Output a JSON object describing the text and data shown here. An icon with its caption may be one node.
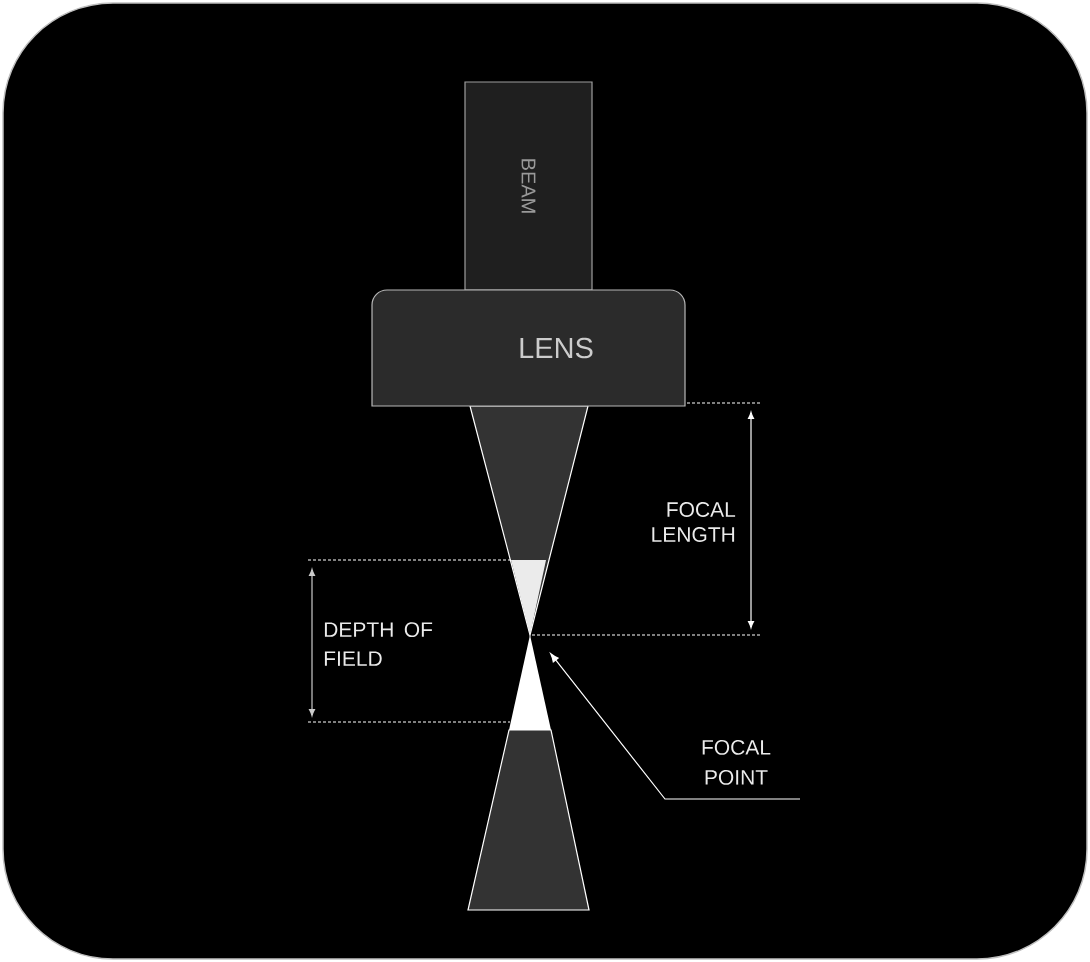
{
  "diagram": {
    "nodes": [
      {
        "text": [
          "BEAM"
        ]
      },
      {
        "text": [
          "LENS"
        ]
      },
      {
        "text": [
          "FOCAL POINT"
        ]
      },
      {
        "text": [],
        "shape": "triangle"
      }
    ],
    "edges": [
      {
        "from": 2,
        "to": 3,
        "arrow": "to"
      }
    ],
    "labels": [
      "FOCAL LENGTH",
      "DEPTH OF FIELD"
    ]
  }
}
